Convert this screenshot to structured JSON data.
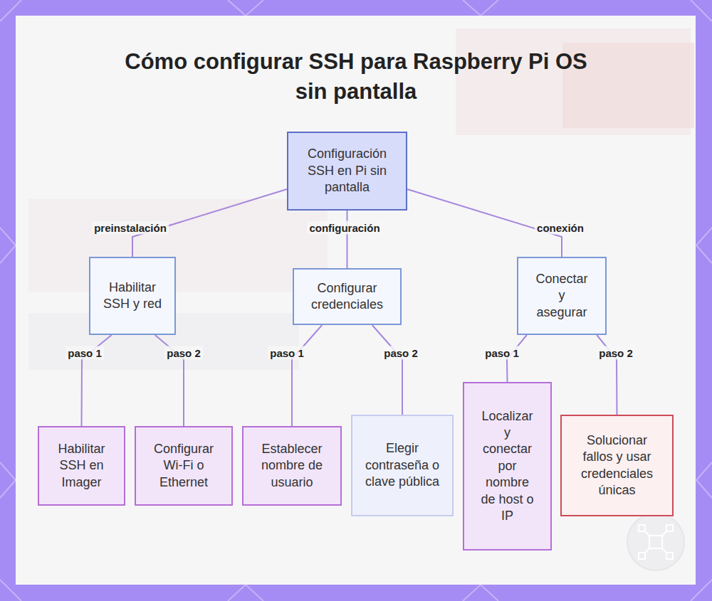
{
  "diagram": {
    "title": "Cómo configurar SSH para Raspberry Pi OS sin pantalla",
    "nodes": [
      {
        "text": [
          "Configuración SSH en Pi sin pantalla"
        ]
      },
      {
        "text": [
          "Habilitar SSH y red"
        ]
      },
      {
        "text": [
          "Configurar credenciales"
        ]
      },
      {
        "text": [
          "Conectar y asegurar"
        ]
      },
      {
        "text": [
          "Habilitar SSH en Imager"
        ]
      },
      {
        "text": [
          "Configurar Wi-Fi o Ethernet"
        ]
      },
      {
        "text": [
          "Establecer nombre de usuario"
        ]
      },
      {
        "text": [
          "Elegir contraseña o clave pública"
        ]
      },
      {
        "text": [
          "Localizar y conectar por nombre de host o IP"
        ]
      },
      {
        "text": [
          "Solucionar fallos y usar credenciales únicas"
        ]
      }
    ],
    "edges": [
      {
        "from": 0,
        "to": 1,
        "label": "preinstalación",
        "arrow": "none"
      },
      {
        "from": 0,
        "to": 2,
        "label": "configuración",
        "arrow": "none"
      },
      {
        "from": 0,
        "to": 3,
        "label": "conexión",
        "arrow": "none"
      },
      {
        "from": 1,
        "to": 4,
        "label": "paso 1",
        "arrow": "none"
      },
      {
        "from": 1,
        "to": 5,
        "label": "paso 2",
        "arrow": "none"
      },
      {
        "from": 2,
        "to": 6,
        "label": "paso 1",
        "arrow": "none"
      },
      {
        "from": 2,
        "to": 7,
        "label": "paso 2",
        "arrow": "none"
      },
      {
        "from": 3,
        "to": 8,
        "label": "paso 1",
        "arrow": "none"
      },
      {
        "from": 3,
        "to": 9,
        "label": "paso 2",
        "arrow": "none"
      }
    ]
  }
}
